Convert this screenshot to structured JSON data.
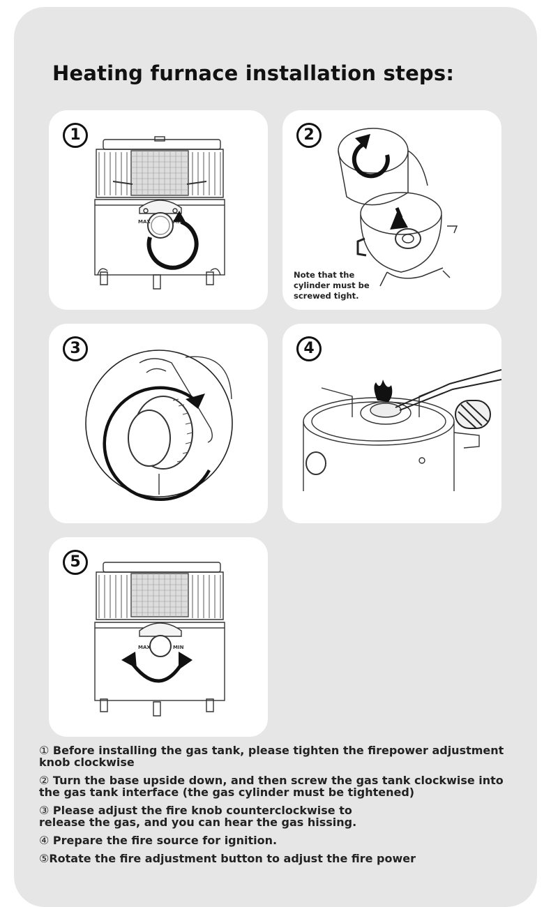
{
  "title": "Heating furnace installation steps:",
  "cards": [
    {
      "number": "1",
      "note": ""
    },
    {
      "number": "2",
      "note": "Note that the cylinder must be screwed tight."
    },
    {
      "number": "3",
      "note": ""
    },
    {
      "number": "4",
      "note": ""
    },
    {
      "number": "5",
      "note": ""
    }
  ],
  "knob_labels": {
    "max": "MAX",
    "min": "MIN"
  },
  "steps": [
    {
      "marker": "①",
      "text": " Before installing the gas tank, please tighten the firepower adjustment knob clockwise"
    },
    {
      "marker": "②",
      "text": " Turn the base upside down, and then screw the gas tank clockwise into the gas tank interface (the gas cylinder must be tightened)"
    },
    {
      "marker": "③",
      "text": " Please adjust the fire knob counterclockwise to release the gas, and you can hear the gas hissing."
    },
    {
      "marker": "④",
      "text": " Prepare the fire source for ignition."
    },
    {
      "marker": "⑤",
      "text": "Rotate the fire adjustment button to adjust the fire power"
    }
  ],
  "colors": {
    "panel": "#e6e6e6",
    "card": "#ffffff",
    "ink": "#111111"
  }
}
